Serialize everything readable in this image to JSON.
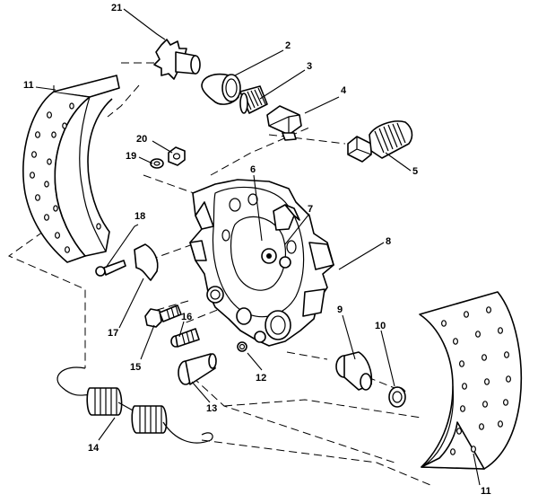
{
  "callouts": [
    {
      "id": "c1",
      "label": "21"
    },
    {
      "id": "c2",
      "label": "2"
    },
    {
      "id": "c3",
      "label": "3"
    },
    {
      "id": "c4",
      "label": "4"
    },
    {
      "id": "c5",
      "label": "5"
    },
    {
      "id": "c6",
      "label": "6"
    },
    {
      "id": "c7",
      "label": "7"
    },
    {
      "id": "c8",
      "label": "8"
    },
    {
      "id": "c9",
      "label": "9"
    },
    {
      "id": "c10",
      "label": "10"
    },
    {
      "id": "c11a",
      "label": "11"
    },
    {
      "id": "c11b",
      "label": "11"
    },
    {
      "id": "c12",
      "label": "12"
    },
    {
      "id": "c13",
      "label": "13"
    },
    {
      "id": "c14",
      "label": "14"
    },
    {
      "id": "c15",
      "label": "15"
    },
    {
      "id": "c16",
      "label": "16"
    },
    {
      "id": "c17",
      "label": "17"
    },
    {
      "id": "c18",
      "label": "18"
    },
    {
      "id": "c19",
      "label": "19"
    },
    {
      "id": "c20",
      "label": "20"
    }
  ]
}
